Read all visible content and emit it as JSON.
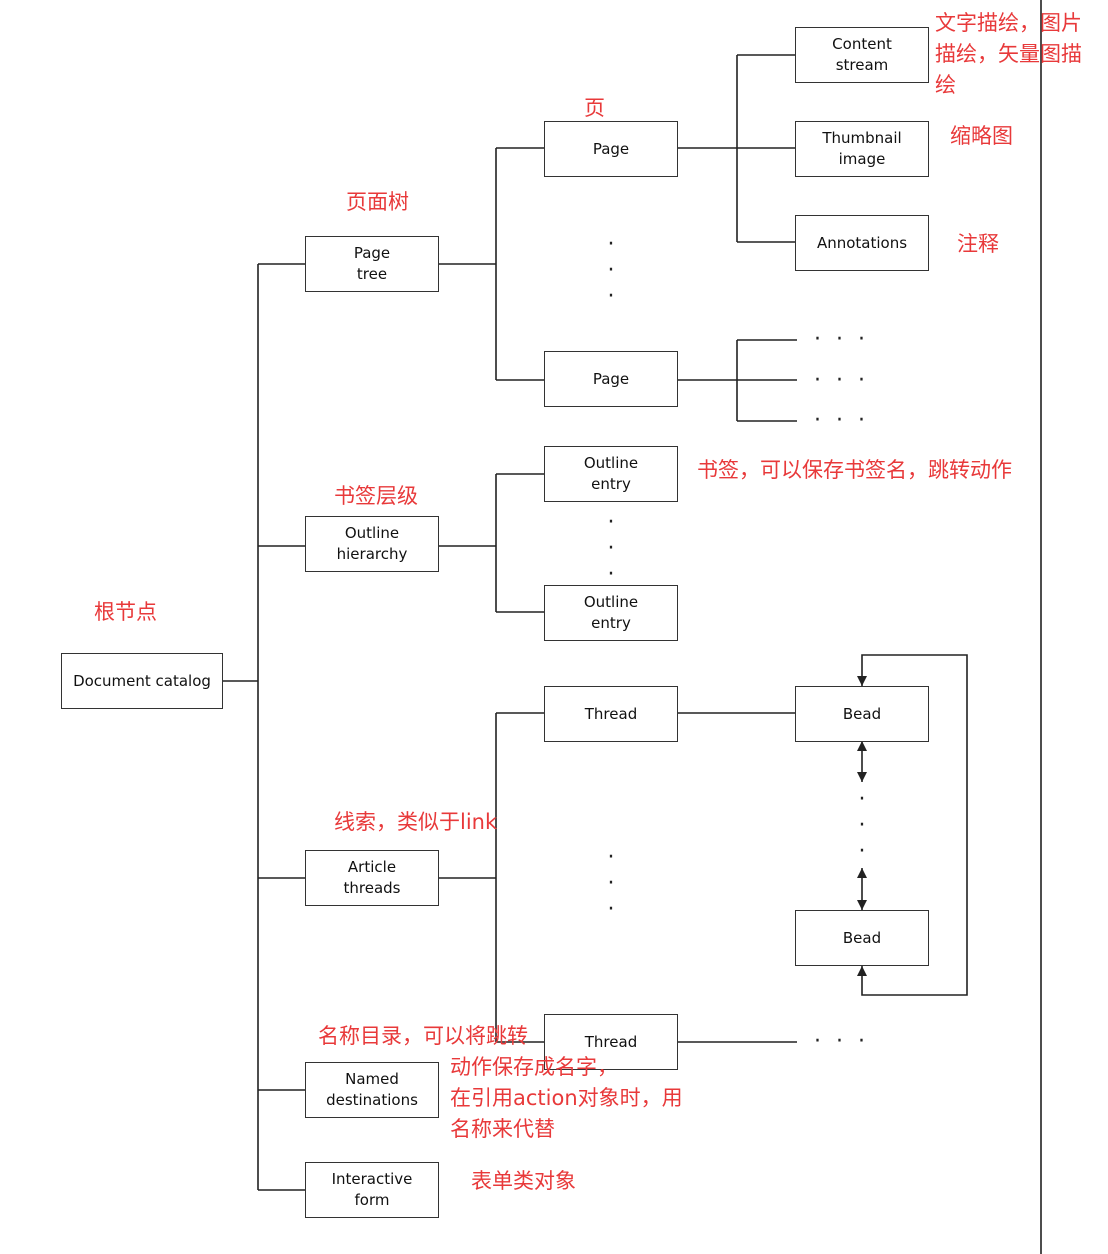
{
  "nodes": {
    "document_catalog": "Document catalog",
    "page_tree": "Page\ntree",
    "page_1": "Page",
    "page_2": "Page",
    "content_stream": "Content\nstream",
    "thumbnail_image": "Thumbnail\nimage",
    "annotations": "Annotations",
    "outline_hierarchy": "Outline\nhierarchy",
    "outline_entry_1": "Outline\nentry",
    "outline_entry_2": "Outline\nentry",
    "article_threads": "Article\nthreads",
    "thread_1": "Thread",
    "thread_2": "Thread",
    "bead_1": "Bead",
    "bead_2": "Bead",
    "named_destinations": "Named\ndestinations",
    "interactive_form": "Interactive\nform"
  },
  "annotations": {
    "root": "根节点",
    "page_tree": "页面树",
    "page": "页",
    "content_stream": "文字描绘，图片\n描绘，矢量图描\n绘",
    "thumbnail": "缩略图",
    "annotations": "注释",
    "outline_hierarchy": "书签层级",
    "outline_entry": "书签，可以保存书签名，跳转动作",
    "article_threads": "线索，类似于link",
    "named_destinations": "名称目录，可以将跳转\n动作保存成名字，\n在引用action对象时，用\n名称来代替",
    "interactive_form": "表单类对象"
  },
  "ellipsis": {
    "vertical": "·\n·\n·",
    "horizontal": "· · ·"
  }
}
